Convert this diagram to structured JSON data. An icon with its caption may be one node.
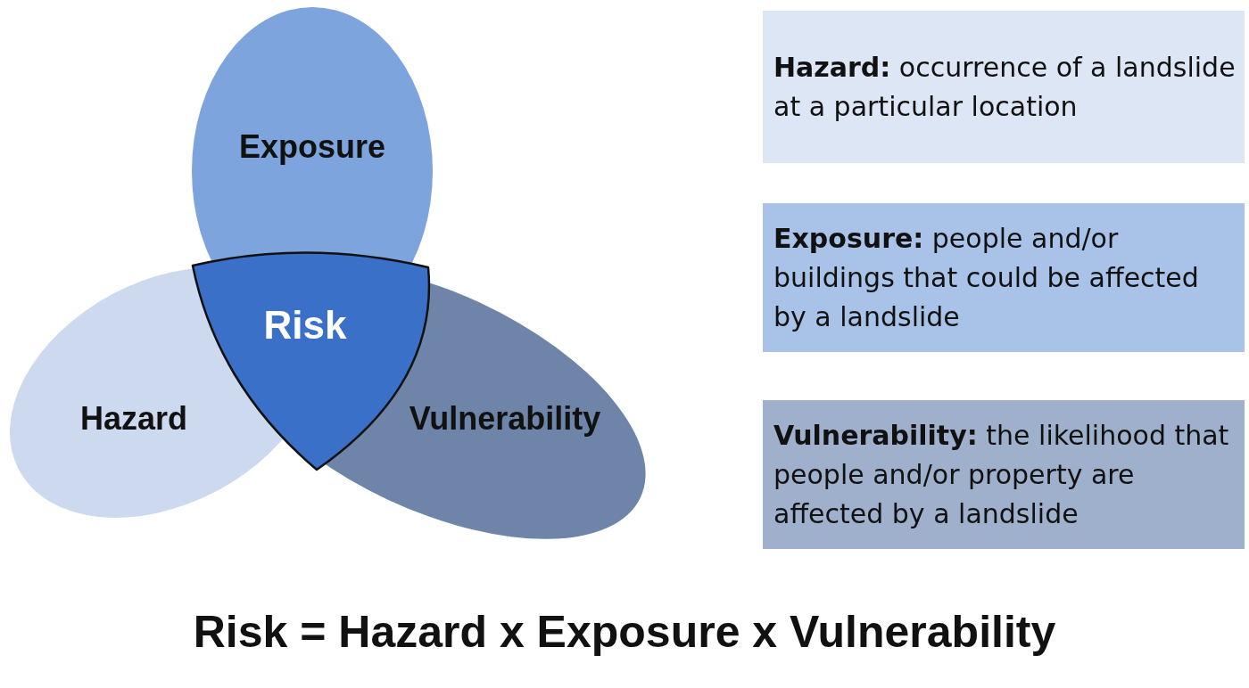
{
  "diagram": {
    "caption": "Risk = Hazard x Exposure x Vulnerability",
    "nodes": [
      {
        "text": [
          "Hazard"
        ]
      },
      {
        "text": [
          "Vulnerability"
        ]
      },
      {
        "text": [
          "Exposure"
        ]
      },
      {
        "text": [
          "Risk"
        ]
      },
      {
        "text": [
          "**Hazard:** occurrence of a landslide at a particular location"
        ]
      },
      {
        "text": [
          "**Exposure:** people and/or buildings that could be affected by a landslide"
        ]
      },
      {
        "text": [
          "**Vulnerability:** the likelihood that people and/or property are affected by a landslide"
        ]
      }
    ],
    "edges": []
  }
}
